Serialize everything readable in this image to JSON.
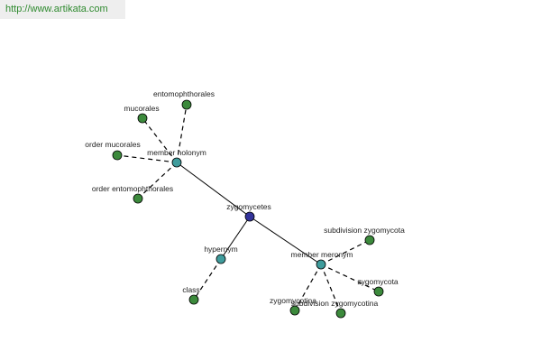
{
  "banner": {
    "url_text": "http://www.artikata.com"
  },
  "colors": {
    "root": "#33339a",
    "relation": "#3f9c9c",
    "leaf": "#3c8a3c"
  },
  "graph": {
    "root": {
      "id": "zygomycetes",
      "label": "zygomycetes"
    },
    "relations": [
      {
        "id": "member-holonym",
        "label": "member holonym",
        "leaves": [
          {
            "id": "entomophthorales",
            "label": "entomophthorales"
          },
          {
            "id": "mucorales",
            "label": "mucorales"
          },
          {
            "id": "order-mucorales",
            "label": "order mucorales"
          },
          {
            "id": "order-entomophthorales",
            "label": "order entomophthorales"
          }
        ]
      },
      {
        "id": "hypernym",
        "label": "hypernym",
        "leaves": [
          {
            "id": "class",
            "label": "class"
          }
        ]
      },
      {
        "id": "member-meronym",
        "label": "member meronym",
        "leaves": [
          {
            "id": "subdivision-zygomycota",
            "label": "subdivision zygomycota"
          },
          {
            "id": "zygomycota",
            "label": "zygomycota"
          },
          {
            "id": "subdivision-zygomycotina",
            "label": "subdivision zygomycotina"
          },
          {
            "id": "zygomycotina",
            "label": "zygomycotina"
          }
        ]
      }
    ]
  }
}
